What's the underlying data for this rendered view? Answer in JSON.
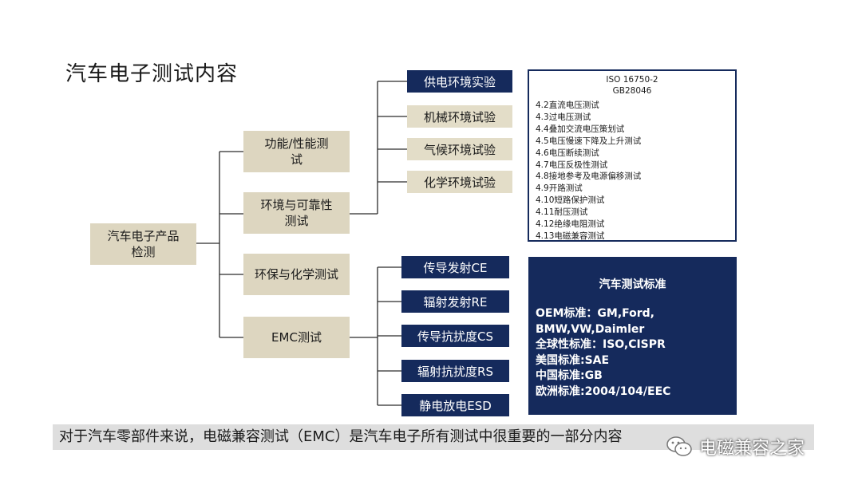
{
  "title": "汽车电子测试内容",
  "root": "汽车电子产品检测",
  "categories": [
    {
      "label": "功能/性能测试"
    },
    {
      "label": "环境与可靠性测试"
    },
    {
      "label": "环保与化学测试"
    },
    {
      "label": "EMC测试"
    }
  ],
  "env_tests": [
    "供电环境实验",
    "机械环境试验",
    "气候环境试验",
    "化学环境试验"
  ],
  "emc_tests": [
    "传导发射CE",
    "辐射发射RE",
    "传导抗扰度CS",
    "辐射抗扰度RS",
    "静电放电ESD"
  ],
  "iso_box": {
    "header1": "ISO 16750-2",
    "header2": "GB28046",
    "items": [
      "4.2直流电压测试",
      "4.3过电压测试",
      "4.4叠加交流电压策划试",
      "4.5电压慢速下降及上升测试",
      "4.6电压断续测试",
      "4.7电压反极性测试",
      "4.8接地参考及电源偏移测试",
      "4.9开路测试",
      "4.10短路保护测试",
      "4.11耐压测试",
      "4.12绝缘电阻测试",
      "4.13电磁兼容测试"
    ]
  },
  "standards_box": {
    "title": "汽车测试标准",
    "lines": [
      "OEM标准：GM,Ford,",
      "BMW,VW,Daimler",
      "全球性标准：ISO,CISPR",
      "美国标准:SAE",
      "中国标准:GB",
      "欧洲标准:2004/104/EEC"
    ]
  },
  "caption": "对于汽车零部件来说，电磁兼容测试（EMC）是汽车电子所有测试中很重要的一部分内容",
  "watermark": "电磁兼容之家",
  "colors": {
    "navy": "#152a5c",
    "tan": "#ddd6c0",
    "line": "#2b2b2b",
    "caption_bg": "#dedede"
  }
}
